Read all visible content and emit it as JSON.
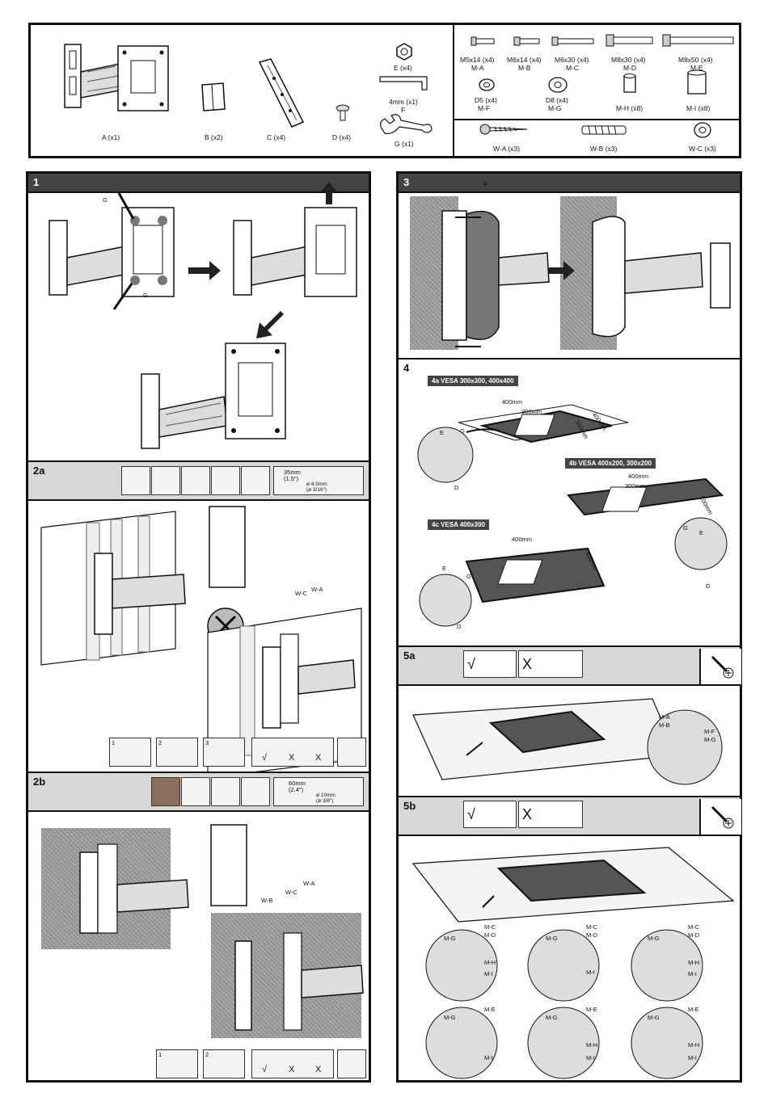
{
  "parts": {
    "a": "A (x1)",
    "b": "B (x2)",
    "c": "C (x4)",
    "d": "D (x4)",
    "e": "E (x4)",
    "f_size": "4mm (x1)",
    "f": "F",
    "g": "G (x1)",
    "screws": [
      {
        "size": "M5x14 (x4)",
        "code": "M-A"
      },
      {
        "size": "M6x14 (x4)",
        "code": "M-B"
      },
      {
        "size": "M6x30 (x4)",
        "code": "M-C"
      },
      {
        "size": "M8x30 (x4)",
        "code": "M-D"
      },
      {
        "size": "M8x50 (x4)",
        "code": "M-E"
      }
    ],
    "washers": [
      {
        "size": "D5 (x4)",
        "code": "M-F"
      },
      {
        "size": "D8 (x4)",
        "code": "M-G"
      },
      {
        "size": "",
        "code": "M-H (x8)"
      },
      {
        "size": "",
        "code": "M-I (x8)"
      }
    ],
    "wall": [
      {
        "code": "W-A (x3)"
      },
      {
        "code": "W-B (x3)"
      },
      {
        "code": "W-C (x3)"
      }
    ]
  },
  "steps": {
    "s1": {
      "num": "1",
      "g": "G"
    },
    "s2a": {
      "num": "2a",
      "wc": "W-C",
      "wa": "W-A",
      "d1": "35mm",
      "d1b": "(1.5\")",
      "d2": "ø 4.5mm",
      "d2b": "(ø 3/16\")",
      "n1": "1",
      "n2": "2",
      "n3": "3"
    },
    "s2b": {
      "num": "2b",
      "wb": "W-B",
      "wc": "W-C",
      "wa": "W-A",
      "d1": "60mm",
      "d1b": "(2.4\")",
      "d2": "ø 10mm",
      "d2b": "(ø 3/8\")",
      "n1": "1",
      "n2": "2"
    },
    "s3": {
      "num": "3",
      "b": "B"
    },
    "s4": {
      "num": "4",
      "t4a": "4a VESA 300x300, 400x400",
      "t4b": "4b VESA 400x200, 300x200",
      "t4c": "4c VESA 400x300",
      "m400": "400mm",
      "m300": "300mm",
      "m200": "200mm",
      "e": "E",
      "g": "G",
      "d": "D"
    },
    "s5a": {
      "num": "5a",
      "l1": "M-A",
      "l2": "M-B",
      "l3": "M-F",
      "l4": "M-G"
    },
    "s5b": {
      "num": "5b",
      "mc": "M-C",
      "md": "M-D",
      "mg": "M-G",
      "mh": "M-H",
      "mi": "M-I",
      "me": "M-E"
    },
    "checks": {
      "ok": "√",
      "no": "X"
    }
  }
}
